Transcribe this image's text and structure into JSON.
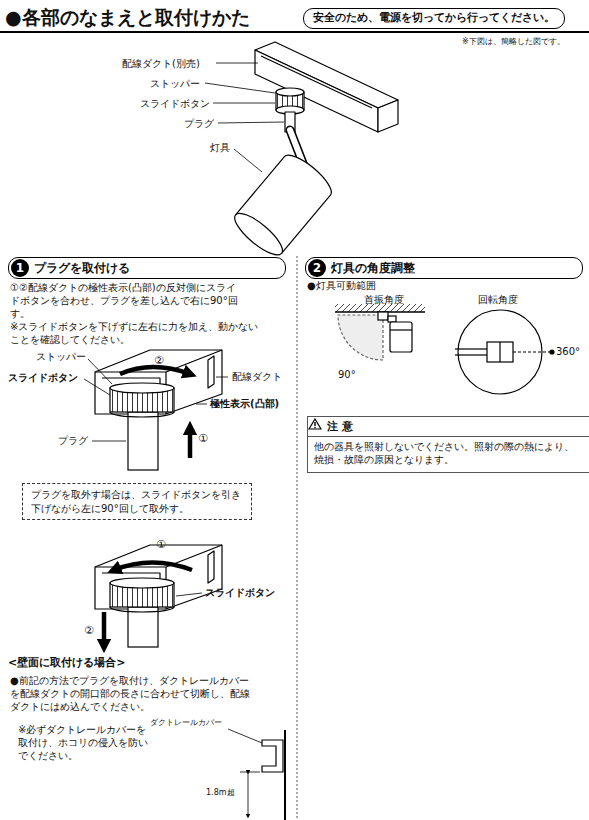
{
  "diagram": {
    "title": "●各部のなまえと取付けかた",
    "nodes": [
      {
        "text": [
          "安全のため、電源を切ってから行ってください。"
        ]
      },
      {
        "text": [
          "1",
          "プラグを取付ける"
        ]
      },
      {
        "text": [
          "プラグを取外す場合は、スライドボタンを引き下げながら左に90°回して取外す。"
        ]
      },
      {
        "text": [
          "2",
          "灯具の角度調整"
        ]
      },
      {
        "text": [
          "注 意",
          "他の器具を照射しないでください。照射の際の熱により、焼損・故障の原因となります。"
        ]
      }
    ],
    "labels": [
      "※下図は、簡略した図です。",
      "配線ダクト(別売)",
      "ストッパー",
      "スライドボタン",
      "プラグ",
      "灯具",
      "①②配線ダクトの極性表示(凸部)の反対側にスライドボタンを合わせ、プラグを差し込んで右に90°回す。",
      "※スライドボタンを下げずに左右に力を加え、動かないことを確認してください。",
      "ストッパー",
      "②",
      "スライドボタン",
      "配線ダクト",
      "極性表示(凸部)",
      "プラグ",
      "①",
      "①",
      "スライドボタン",
      "②",
      "<壁面に取付ける場合>",
      "●前記の方法でプラグを取付け、ダクトレールカバーを配線ダクトの開口部の長さに合わせて切断し、配線ダクトにはめ込んでください。",
      "※必ずダクトレールカバーを取付け、ホコリの侵入を防いでください。",
      "ダクトレールカバー",
      "1.8m超",
      "●灯具可動範囲",
      "首振角度",
      "回転角度",
      "90°",
      "360°"
    ]
  }
}
